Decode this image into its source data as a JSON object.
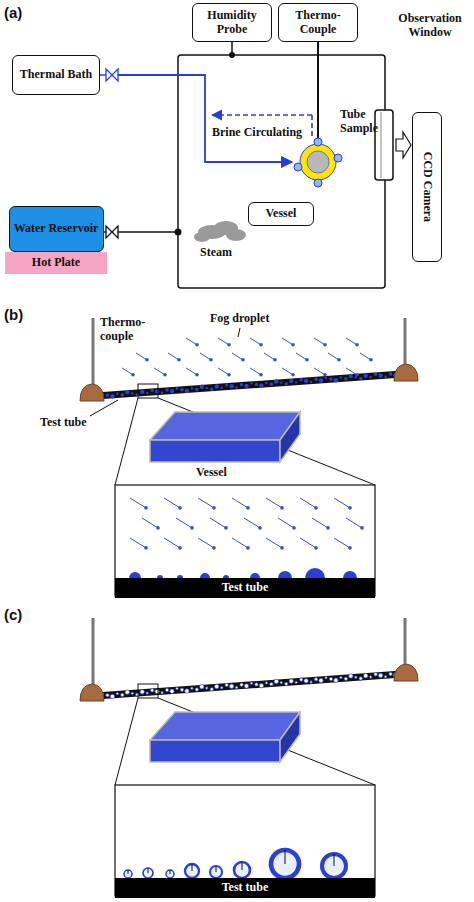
{
  "diagram": {
    "nodes": [
      {
        "text": [
          "Humidity Probe"
        ]
      },
      {
        "text": [
          "Thermo-Couple"
        ]
      },
      {
        "text": [
          "Thermal Bath"
        ]
      },
      {
        "text": [
          "CCD Camera"
        ]
      },
      {
        "text": [
          "Vessel"
        ]
      },
      {
        "text": [
          "Water Reservoir"
        ]
      },
      {
        "text": [
          "Hot Plate"
        ]
      },
      {
        "text": [
          "Test tube"
        ]
      },
      {
        "text": [
          "Test tube"
        ]
      }
    ],
    "labels": [
      "(a)",
      "Observation Window",
      "Brine Circulating",
      "Tube Sample",
      "Steam",
      "(b)",
      "Thermo-couple",
      "Fog droplet",
      "Test tube",
      "Vessel",
      "(c)"
    ]
  }
}
